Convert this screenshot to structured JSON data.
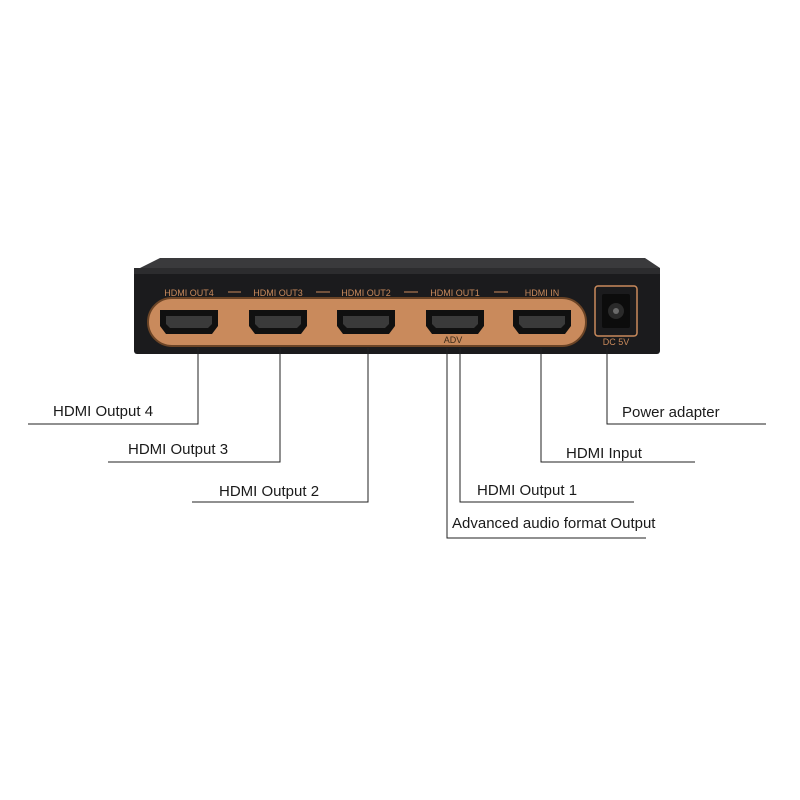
{
  "device": {
    "port_labels": [
      "HDMI OUT4",
      "HDMI OUT3",
      "HDMI OUT2",
      "HDMI OUT1",
      "HDMI IN"
    ],
    "adv_label": "ADV",
    "dc_label": "DC 5V",
    "colors": {
      "body": "#1b1b1d",
      "body_top": "#2a2a2c",
      "panel": "#c98a5c",
      "panel_edge": "#6b4426",
      "port_shell": "#101010",
      "port_inner": "#3a3a3a",
      "label_text": "#c98a5c"
    }
  },
  "callouts": [
    {
      "label": "HDMI Output 4"
    },
    {
      "label": "HDMI Output 3"
    },
    {
      "label": "HDMI Output 2"
    },
    {
      "label": "HDMI Output 1"
    },
    {
      "label": "Advanced audio format Output"
    },
    {
      "label": "HDMI Input"
    },
    {
      "label": "Power adapter"
    }
  ]
}
